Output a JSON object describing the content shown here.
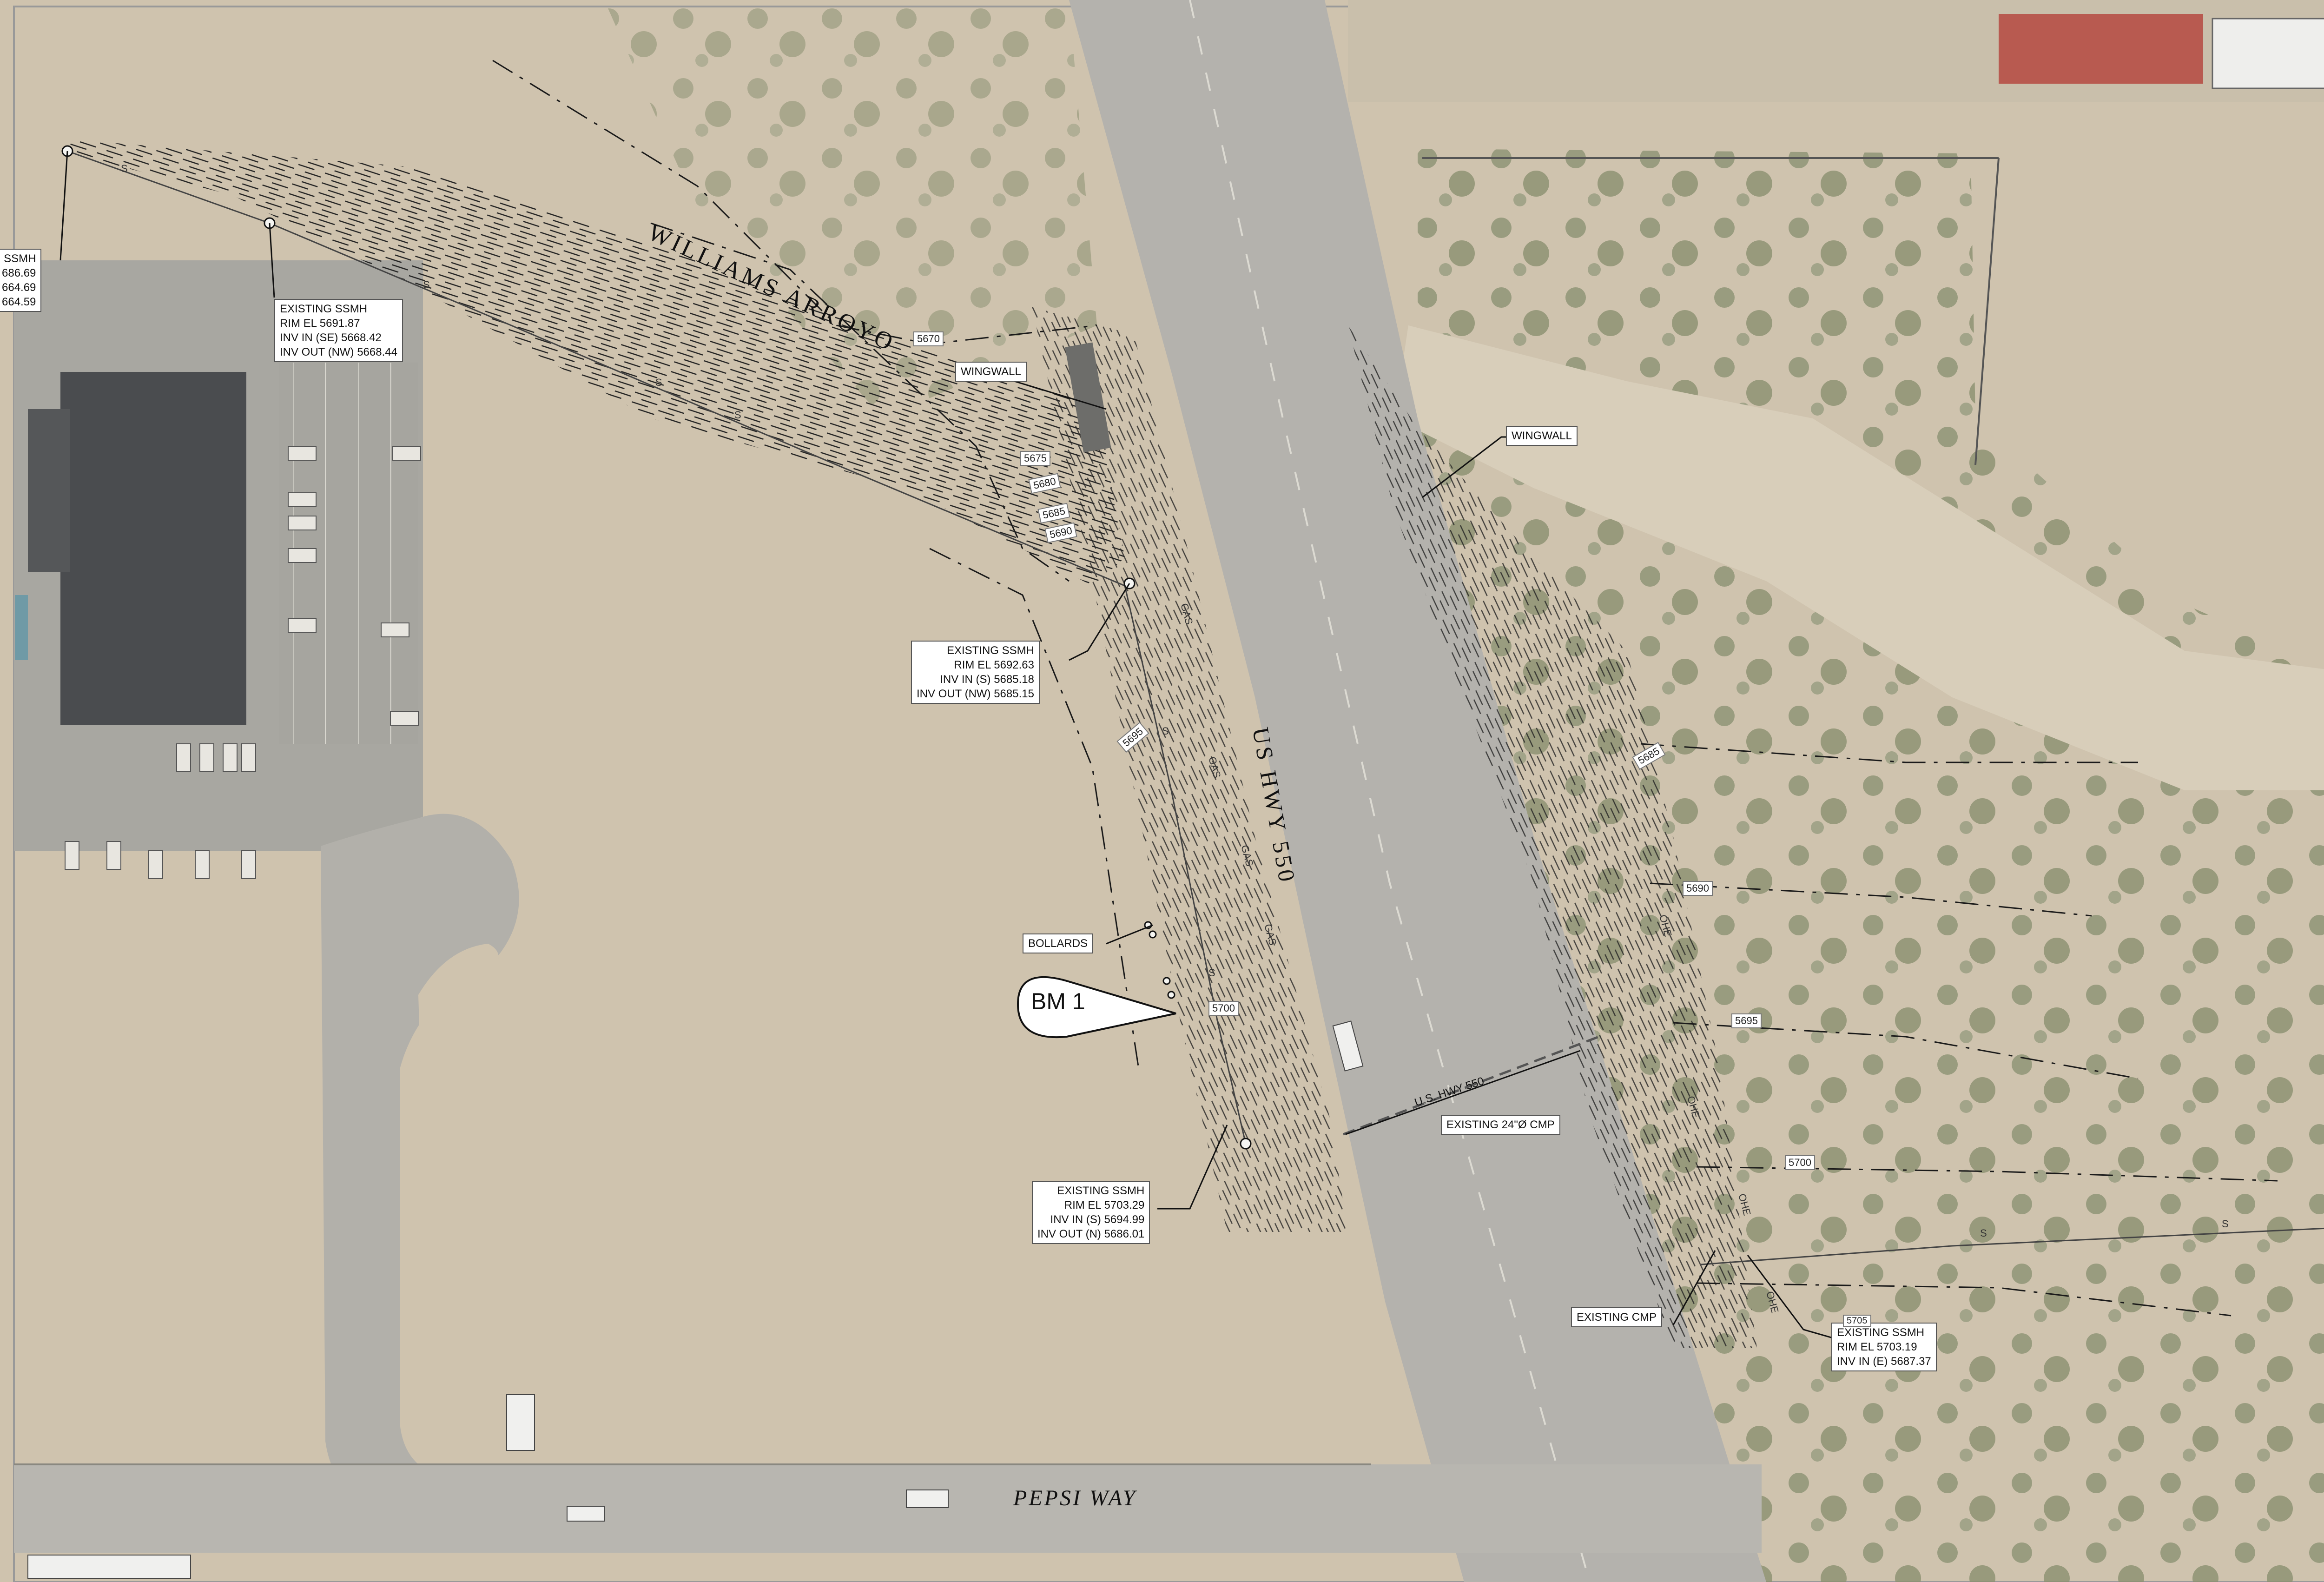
{
  "labels": {
    "williams_arroyo": "WILLIAMS ARROYO",
    "us_hwy_550_vertical": "US HWY 550",
    "us_hwy_550_small": "U.S. HWY 550",
    "pepsi_way": "PEPSI WAY",
    "bm": "BM 1",
    "wingwall": "WINGWALL",
    "bollards": "BOLLARDS",
    "existing_cmp": "EXISTING CMP",
    "existing_24_cmp": "EXISTING 24\"Ø CMP"
  },
  "callouts": {
    "ssmh_left_clipped": [
      "SSMH",
      "686.69",
      "664.69",
      "664.59"
    ],
    "ssmh_top": [
      "EXISTING SSMH",
      "RIM EL 5691.87",
      "INV IN (SE) 5668.42",
      "INV OUT (NW) 5668.44"
    ],
    "ssmh_mid": [
      "EXISTING SSMH",
      "RIM EL 5692.63",
      "INV IN (S) 5685.18",
      "INV OUT (NW) 5685.15"
    ],
    "ssmh_bottom": [
      "EXISTING SSMH",
      "RIM EL 5703.29",
      "INV IN (S) 5694.99",
      "INV OUT (N) 5686.01"
    ],
    "ssmh_right": [
      "EXISTING SSMH",
      "RIM EL 5703.19",
      "INV IN (E) 5687.37"
    ]
  },
  "contours": {
    "c5670": "5670",
    "c5675": "5675",
    "c5680": "5680",
    "c5685a": "5685",
    "c5690a": "5690",
    "c5695a": "5695",
    "c5700a": "5700",
    "c5685b": "5685",
    "c5690b": "5690",
    "c5695b": "5695",
    "c5700b": "5700",
    "c5705": "5705"
  },
  "utility_marks": {
    "sewer": "S",
    "gas": "GAS",
    "ohe": "OHE"
  },
  "colors": {
    "ground": "#cfc3ae",
    "road": "#b4b2ad",
    "lot": "#a6a59f",
    "vegetation": "#8f9478",
    "building": "#4a4c4f",
    "linework": "#1a1a1a"
  }
}
